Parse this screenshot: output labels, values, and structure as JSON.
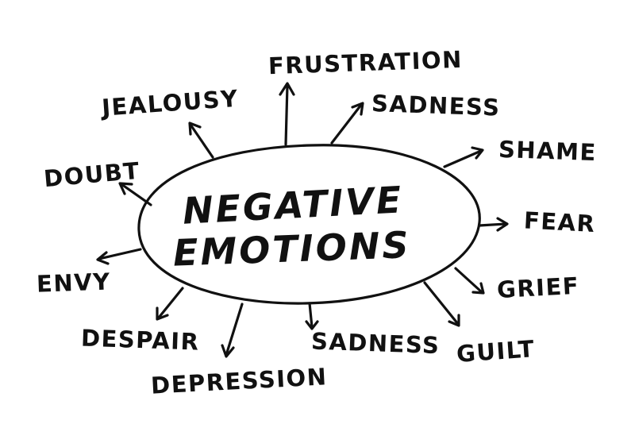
{
  "diagram": {
    "center": {
      "line1": "NEGATIVE",
      "line2": "EMOTIONS"
    },
    "emotions": [
      "FRUSTRATION",
      "SADNESS",
      "SHAME",
      "FEAR",
      "GRIEF",
      "GUILT",
      "SADNESS",
      "DEPRESSION",
      "DESPAIR",
      "ENVY",
      "DOUBT",
      "JEALOUSY"
    ]
  }
}
